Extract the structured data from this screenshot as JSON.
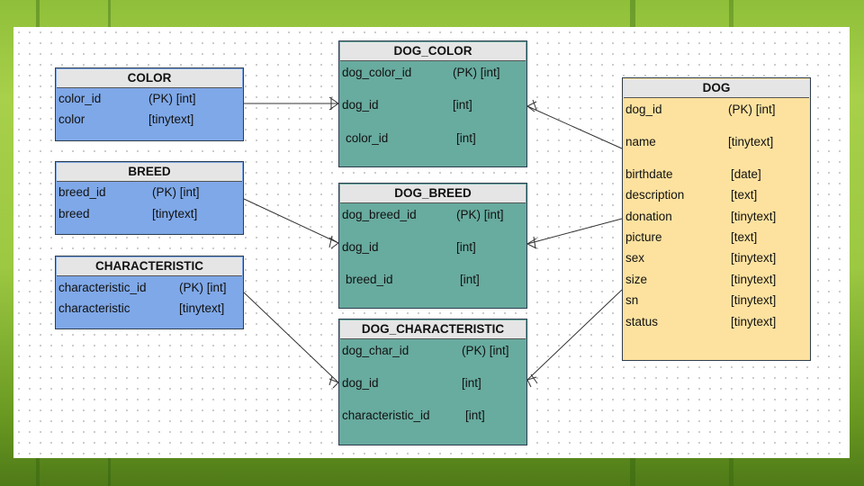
{
  "tables": {
    "color": {
      "title": "COLOR",
      "fields": [
        {
          "name": "color_id",
          "type": "(PK) [int]"
        },
        {
          "name": "color",
          "type": "[tinytext]"
        }
      ]
    },
    "breed": {
      "title": "BREED",
      "fields": [
        {
          "name": "breed_id",
          "type": "(PK) [int]"
        },
        {
          "name": "breed",
          "type": "[tinytext]"
        }
      ]
    },
    "characteristic": {
      "title": "CHARACTERISTIC",
      "fields": [
        {
          "name": "characteristic_id",
          "type": "(PK) [int]"
        },
        {
          "name": "characteristic",
          "type": "[tinytext]"
        }
      ]
    },
    "dog_color": {
      "title": "DOG_COLOR",
      "fields": [
        {
          "name": "dog_color_id",
          "type": "(PK) [int]"
        },
        {
          "name": "dog_id",
          "type": "[int]"
        },
        {
          "name": "color_id",
          "type": "[int]"
        }
      ]
    },
    "dog_breed": {
      "title": "DOG_BREED",
      "fields": [
        {
          "name": "dog_breed_id",
          "type": "(PK) [int]"
        },
        {
          "name": "dog_id",
          "type": "[int]"
        },
        {
          "name": "breed_id",
          "type": "[int]"
        }
      ]
    },
    "dog_characteristic": {
      "title": "DOG_CHARACTERISTIC",
      "fields": [
        {
          "name": "dog_char_id",
          "type": "(PK) [int]"
        },
        {
          "name": "dog_id",
          "type": "[int]"
        },
        {
          "name": "characteristic_id",
          "type": "[int]"
        }
      ]
    },
    "dog": {
      "title": "DOG",
      "fields": [
        {
          "name": "dog_id",
          "type": "(PK) [int]"
        },
        {
          "name": "name",
          "type": "[tinytext]"
        },
        {
          "name": "birthdate",
          "type": "[date]"
        },
        {
          "name": "description",
          "type": "[text]"
        },
        {
          "name": "donation",
          "type": "[tinytext]"
        },
        {
          "name": "picture",
          "type": "[text]"
        },
        {
          "name": "sex",
          "type": "[tinytext]"
        },
        {
          "name": "size",
          "type": "[tinytext]"
        },
        {
          "name": "sn",
          "type": "[tinytext]"
        },
        {
          "name": "status",
          "type": "[tinytext]"
        }
      ]
    }
  },
  "colors": {
    "lookup_table": "#7fa8e8",
    "join_table": "#68ab9f",
    "main_table": "#fde29f",
    "header": "#e5e5e5"
  }
}
